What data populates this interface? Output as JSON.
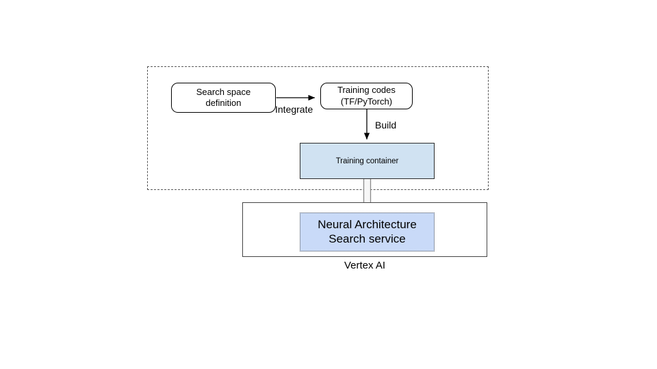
{
  "diagram": {
    "title_caption": "Vertex AI",
    "group_boundary": {
      "style": "dashed",
      "label": ""
    },
    "nodes": [
      {
        "id": "search-space",
        "label": "Search space\ndefinition",
        "shape": "rounded-rectangle",
        "fill": "#ffffff",
        "stroke": "#000000"
      },
      {
        "id": "training-codes",
        "label": "Training codes\n(TF/PyTorch)",
        "shape": "rounded-rectangle",
        "fill": "#ffffff",
        "stroke": "#000000"
      },
      {
        "id": "training-container",
        "label": "Training container",
        "shape": "rectangle",
        "fill": "#d0e2f2",
        "stroke": "#2b2b2b"
      },
      {
        "id": "vertex-ai",
        "label": "",
        "shape": "rectangle",
        "fill": "#ffffff",
        "stroke": "#444444"
      },
      {
        "id": "nas-service",
        "label": "Neural Architecture\nSearch service",
        "shape": "dotted-rectangle",
        "fill": "#c9daf8",
        "stroke": "#555555"
      }
    ],
    "edges": [
      {
        "id": "integrate",
        "label": "Integrate",
        "from": "search-space",
        "to": "training-codes",
        "style": "solid-thin-arrow"
      },
      {
        "id": "build",
        "label": "Build",
        "from": "training-codes",
        "to": "training-container",
        "style": "solid-thin-arrow"
      },
      {
        "id": "deploy",
        "label": "",
        "from": "training-container",
        "to": "nas-service",
        "style": "block-arrow"
      }
    ],
    "colors": {
      "container_fill": "#d0e2f2",
      "service_fill": "#c9daf8",
      "node_stroke": "#000000",
      "group_stroke": "#555555",
      "arrow_stroke": "#000000",
      "block_arrow_stroke": "#8a8a8a",
      "block_arrow_fill": "#f5f5f5",
      "background": "#ffffff"
    }
  }
}
